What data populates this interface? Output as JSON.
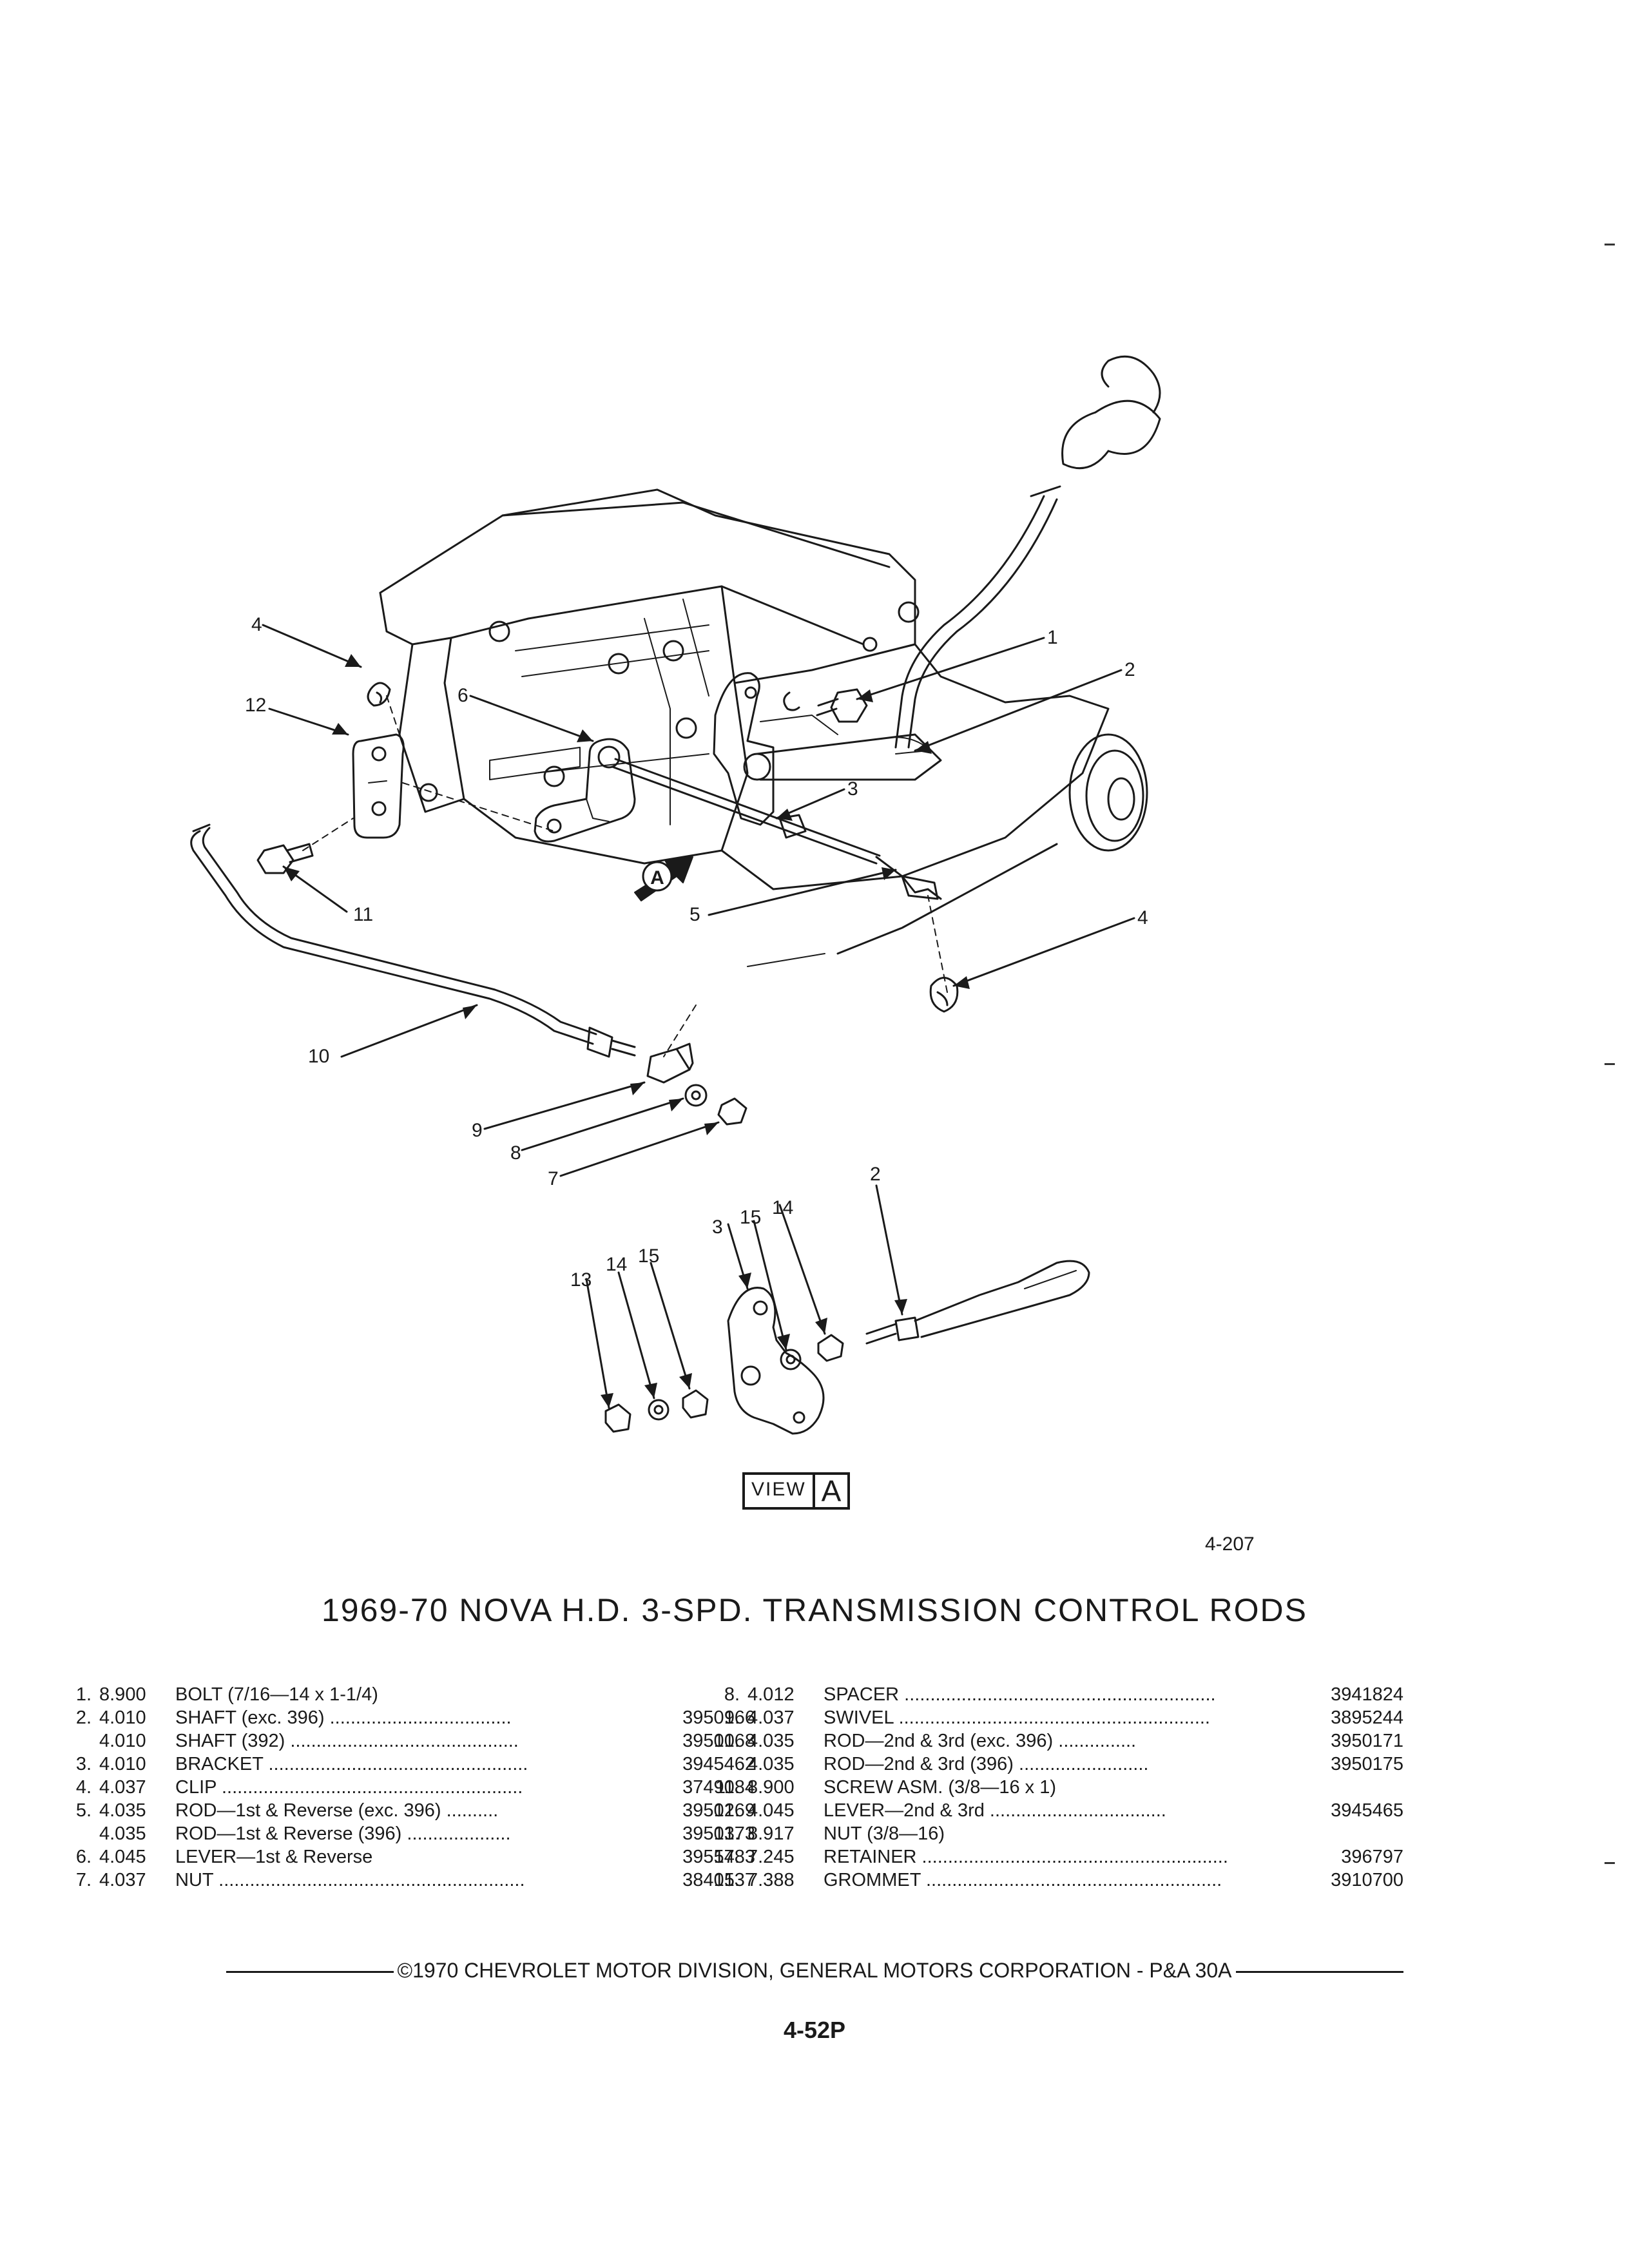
{
  "figure_number": "4-207",
  "title": "1969-70 NOVA H.D. 3-SPD. TRANSMISSION CONTROL RODS",
  "view_label": {
    "word": "VIEW",
    "letter": "A"
  },
  "view_arrow_letter": "A",
  "callouts": {
    "c1": "1",
    "c2_top": "2",
    "c3_top": "3",
    "c4_left": "4",
    "c4_right": "4",
    "c5": "5",
    "c6": "6",
    "c7": "7",
    "c8": "8",
    "c9": "9",
    "c10": "10",
    "c11": "11",
    "c12": "12",
    "va_2": "2",
    "va_3": "3",
    "va_13": "13",
    "va_14a": "14",
    "va_14b": "14",
    "va_15a": "15",
    "va_15b": "15"
  },
  "parts_left": [
    {
      "num": "1.",
      "group": "8.900",
      "desc": "BOLT (7/16—14 x 1-1/4)",
      "pn": ""
    },
    {
      "num": "2.",
      "group": "4.010",
      "desc": "SHAFT (exc. 396) ...................................",
      "pn": "3950166"
    },
    {
      "num": "",
      "group": "4.010",
      "desc": "SHAFT (392) ............................................",
      "pn": "3950168"
    },
    {
      "num": "3.",
      "group": "4.010",
      "desc": "BRACKET ..................................................",
      "pn": "3945462"
    },
    {
      "num": "4.",
      "group": "4.037",
      "desc": "CLIP ..........................................................",
      "pn": "3749084"
    },
    {
      "num": "5.",
      "group": "4.035",
      "desc": "ROD—1st & Reverse (exc. 396) ..........",
      "pn": "3950169"
    },
    {
      "num": "",
      "group": "4.035",
      "desc": "ROD—1st & Reverse (396) ....................",
      "pn": "3950173"
    },
    {
      "num": "6.",
      "group": "4.045",
      "desc": "LEVER—1st & Reverse",
      "pn": "3955783"
    },
    {
      "num": "7.",
      "group": "4.037",
      "desc": "NUT ...........................................................",
      "pn": "3840137"
    }
  ],
  "parts_right": [
    {
      "num": "8.",
      "group": "4.012",
      "desc": "SPACER ............................................................",
      "pn": "3941824"
    },
    {
      "num": "9.",
      "group": "4.037",
      "desc": "SWIVEL ............................................................",
      "pn": "3895244"
    },
    {
      "num": "10.",
      "group": "4.035",
      "desc": "ROD—2nd & 3rd (exc. 396) ...............",
      "pn": "3950171"
    },
    {
      "num": "",
      "group": "4.035",
      "desc": "ROD—2nd & 3rd (396) .........................",
      "pn": "3950175"
    },
    {
      "num": "11.",
      "group": "8.900",
      "desc": "SCREW ASM. (3/8—16 x 1)",
      "pn": ""
    },
    {
      "num": "12.",
      "group": "4.045",
      "desc": "LEVER—2nd & 3rd ..................................",
      "pn": "3945465"
    },
    {
      "num": "13.",
      "group": "8.917",
      "desc": "NUT (3/8—16)",
      "pn": ""
    },
    {
      "num": "14.",
      "group": "7.245",
      "desc": "RETAINER ...........................................................",
      "pn": "396797"
    },
    {
      "num": "15.",
      "group": "7.388",
      "desc": "GROMMET .........................................................",
      "pn": "3910700"
    }
  ],
  "footer": "©1970 CHEVROLET MOTOR DIVISION, GENERAL MOTORS CORPORATION - P&A 30A",
  "page_number": "4-52P"
}
